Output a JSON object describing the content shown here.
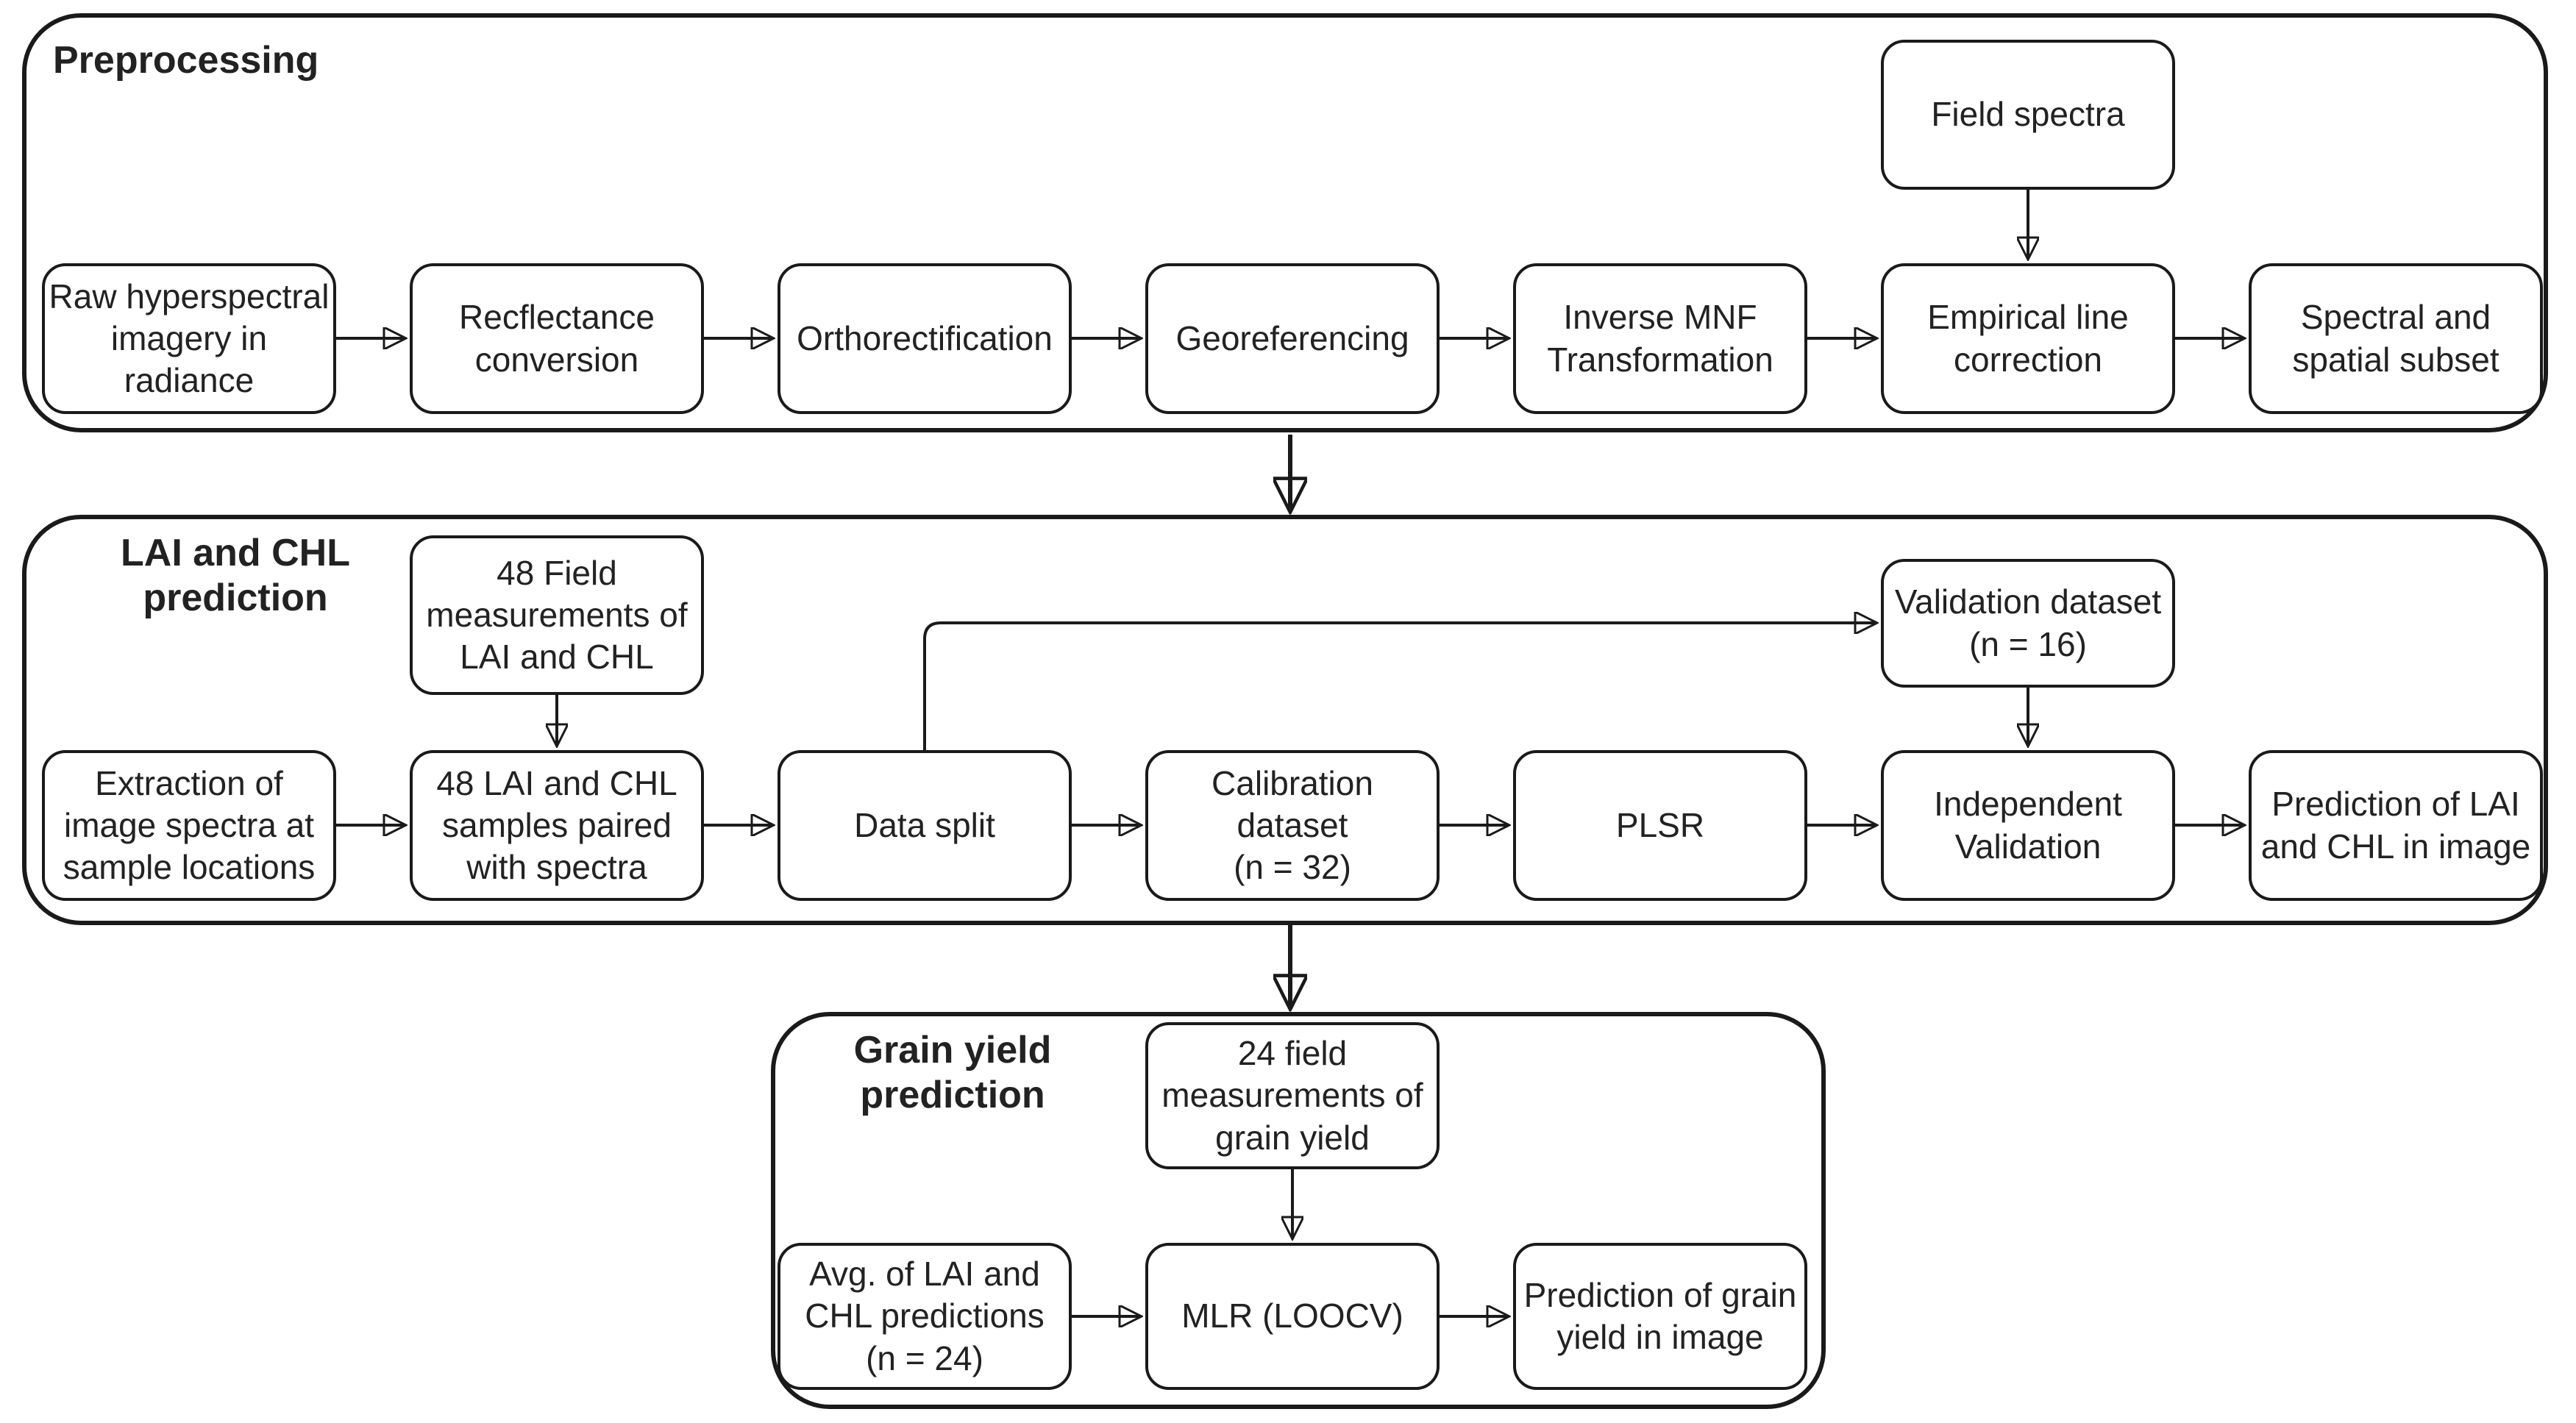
{
  "sections": {
    "preprocessing": {
      "title": "Preprocessing"
    },
    "lai_chl_prediction": {
      "title": "LAI and CHL\nprediction"
    },
    "grain_yield_prediction": {
      "title": "Grain yield\nprediction"
    }
  },
  "nodes": {
    "raw_hyperspectral": {
      "label": "Raw hyperspectral\nimagery in\nradiance"
    },
    "reflectance_conversion": {
      "label": "Recflectance\nconversion"
    },
    "orthorectification": {
      "label": "Orthorectification"
    },
    "georeferencing": {
      "label": "Georeferencing"
    },
    "inverse_mnf": {
      "label": "Inverse MNF\nTransformation"
    },
    "empirical_line": {
      "label": "Empirical line\ncorrection"
    },
    "spectral_subset": {
      "label": "Spectral and\nspatial subset"
    },
    "field_spectra": {
      "label": "Field spectra"
    },
    "field_measurements_48": {
      "label": "48 Field\nmeasurements of\nLAI and CHL"
    },
    "extraction": {
      "label": "Extraction of\nimage spectra at\nsample locations"
    },
    "samples_48": {
      "label": "48 LAI and CHL\nsamples paired\nwith spectra"
    },
    "data_split": {
      "label": "Data split"
    },
    "calibration_dataset": {
      "label": "Calibration\ndataset\n(n = 32)"
    },
    "plsr": {
      "label": "PLSR"
    },
    "validation_dataset": {
      "label": "Validation dataset\n(n = 16)"
    },
    "independent_validation": {
      "label": "Independent\nValidation"
    },
    "prediction_lai_chl": {
      "label": "Prediction of LAI\nand CHL in image"
    },
    "field_measurements_24": {
      "label": "24 field\nmeasurements of\ngrain yield"
    },
    "avg_predictions": {
      "label": "Avg. of LAI and\nCHL predictions\n(n = 24)"
    },
    "mlr_loocv": {
      "label": "MLR (LOOCV)"
    },
    "prediction_grain": {
      "label": "Prediction of grain\nyield in image"
    }
  },
  "colors": {
    "background": "#ffffff",
    "box_fill": "#ffffff",
    "line": "#1a1a1a",
    "text": "#222222"
  }
}
